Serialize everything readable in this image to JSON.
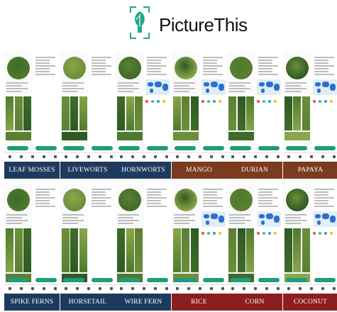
{
  "app": {
    "name": "PictureThis"
  },
  "colors": {
    "label_blue": "#1e3a5f",
    "label_brown": "#7a3b1f",
    "label_red": "#8b1e1e",
    "accent": "#1f9d7a"
  },
  "tiles": [
    {
      "label": "LEAF MOSSES",
      "color": "label_blue"
    },
    {
      "label": "LIVEWORTS",
      "color": "label_blue"
    },
    {
      "label": "HORNWORTS",
      "color": "label_blue"
    },
    {
      "label": "MANGO",
      "color": "label_brown"
    },
    {
      "label": "DURIAN",
      "color": "label_brown"
    },
    {
      "label": "PAPAYA",
      "color": "label_brown"
    },
    {
      "label": "SPIKE FERNS",
      "color": "label_blue"
    },
    {
      "label": "HORSETAIL",
      "color": "label_blue"
    },
    {
      "label": "WIRE FERN",
      "color": "label_blue"
    },
    {
      "label": "RICE",
      "color": "label_red"
    },
    {
      "label": "CORN",
      "color": "label_red"
    },
    {
      "label": "COCONUT",
      "color": "label_red"
    }
  ]
}
